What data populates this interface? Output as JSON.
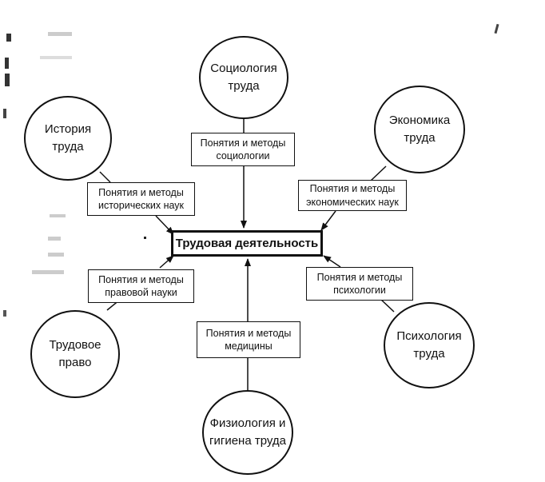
{
  "center": {
    "label": "Трудовая деятельность"
  },
  "sources": [
    {
      "id": "sociology",
      "label": "Социология\nтруда",
      "methods": "Понятия и методы\nсоциологии"
    },
    {
      "id": "economics",
      "label": "Экономика\nтруда",
      "methods": "Понятия и методы\nэкономических наук"
    },
    {
      "id": "history",
      "label": "История\nтруда",
      "methods": "Понятия и методы\nисторических наук"
    },
    {
      "id": "law",
      "label": "Трудовое\nправо",
      "methods": "Понятия и методы\nправовой науки"
    },
    {
      "id": "physiology",
      "label": "Физиология и\nгигиена труда",
      "methods": "Понятия и методы\nмедицины"
    },
    {
      "id": "psychology",
      "label": "Психология\nтруда",
      "methods": "Понятия и методы\nпсихологии"
    }
  ]
}
